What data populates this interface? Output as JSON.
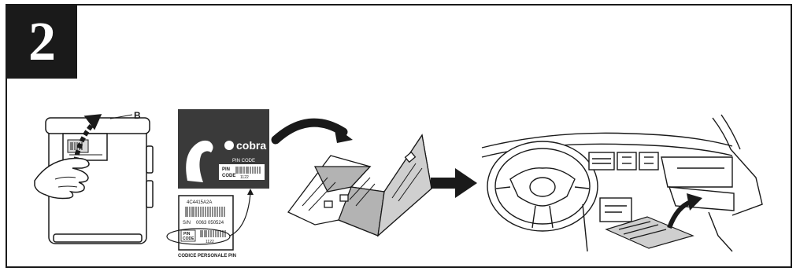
{
  "step": {
    "number": "2"
  },
  "panel1": {
    "label": "B"
  },
  "card": {
    "brand": "cobra",
    "pin_code_header": "PIN CODE",
    "pin_label_line1": "PIN",
    "pin_label_line2": "CODE",
    "pin_value": "1122"
  },
  "tag": {
    "id_code": "4C4415A2A",
    "serial_prefix": "S/N",
    "serial_value": "0063 050524",
    "pin_label_line1": "PIN",
    "pin_label_line2": "CODE",
    "pin_value": "1122",
    "caption": "CODICE PERSONALE PIN"
  },
  "icons": {
    "arrow_up": "curved-arrow-up-icon",
    "arrow_over": "curved-arrow-over-icon",
    "arrow_right": "arrow-right-icon",
    "arrow_in": "curved-arrow-into-glovebox-icon"
  }
}
